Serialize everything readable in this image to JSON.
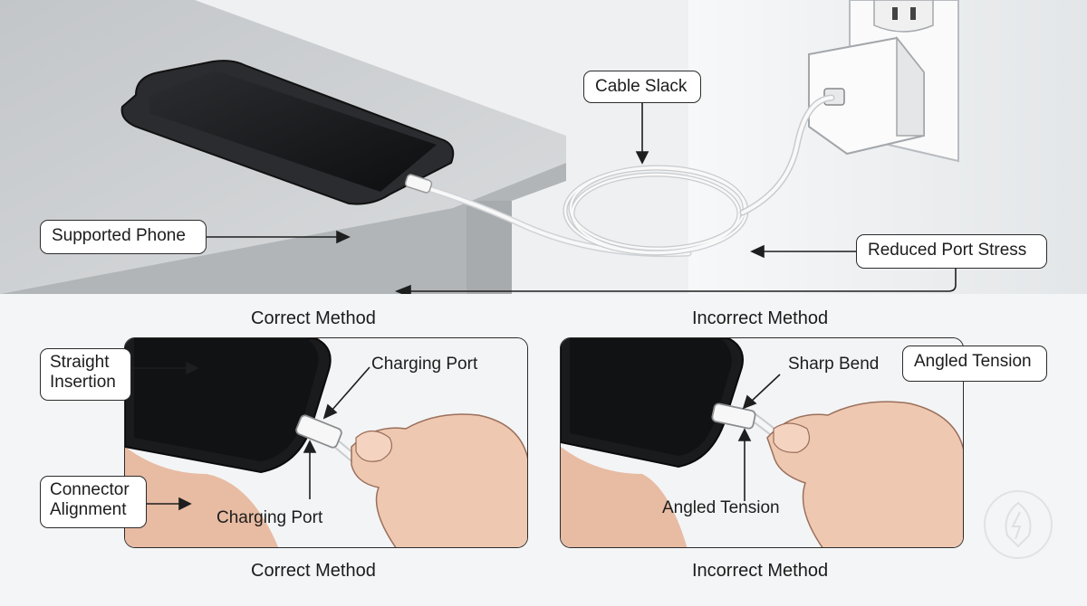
{
  "top_scene": {
    "labels": {
      "cable_slack": "Cable Slack",
      "supported_phone": "Supported Phone",
      "reduced_port_stress": "Reduced Port Stress"
    },
    "captions": {
      "correct": "Correct Method",
      "incorrect": "Incorrect Method"
    }
  },
  "correct_panel": {
    "labels": {
      "straight_insertion": "Straight\nInsertion",
      "connector_alignment": "Connector\nAlignment",
      "charging_port_top": "Charging Port",
      "charging_port_bottom": "Charging Port"
    },
    "caption": "Correct Method"
  },
  "incorrect_panel": {
    "labels": {
      "sharp_bend": "Sharp Bend",
      "angled_tension_box": "Angled Tension",
      "angled_tension_bottom": "Angled Tension"
    },
    "caption": "Incorrect Method"
  },
  "colors": {
    "background": "#f4f5f6",
    "table": "#cfd2d5",
    "phone": "#1a1b1d",
    "cable": "#f2f3f4",
    "skin": "#efc9b3",
    "wall": "#eceef0"
  }
}
